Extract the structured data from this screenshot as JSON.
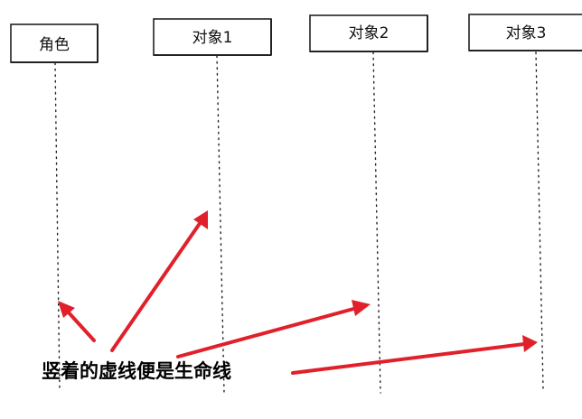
{
  "participants": [
    {
      "label": "角色"
    },
    {
      "label": "对象1"
    },
    {
      "label": "对象2"
    },
    {
      "label": "对象3"
    }
  ],
  "annotation": "竖着的虚线便是生命线",
  "colors": {
    "arrow": "#e0202a",
    "stroke": "#222222",
    "text": "#000000"
  }
}
